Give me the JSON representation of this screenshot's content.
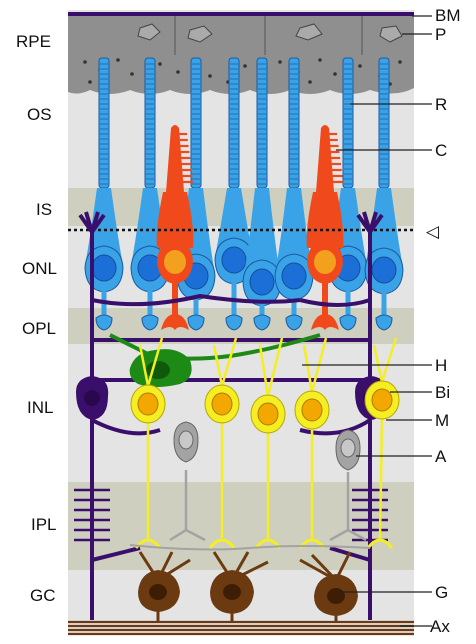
{
  "layer_labels": {
    "rpe": "RPE",
    "os": "OS",
    "is": "IS",
    "onl": "ONL",
    "opl": "OPL",
    "inl": "INL",
    "ipl": "IPL",
    "gc": "GC"
  },
  "cell_labels": {
    "bm": "BM",
    "p": "P",
    "r": "R",
    "c": "C",
    "olm": "◁",
    "h": "H",
    "bi": "Bi",
    "m": "M",
    "a": "A",
    "g": "G",
    "ax": "Ax"
  },
  "colors": {
    "rpe": "#8f8f8f",
    "rod": "#3aa2e6",
    "rod_nucleus": "#1d6fd8",
    "cone": "#f04a1c",
    "cone_nucleus": "#f2a01e",
    "horizontal": "#1e8a16",
    "bipolar": "#f4ee22",
    "bipolar_nucleus": "#f2a800",
    "amacrine": "#a3a3a3",
    "muller": "#3a0f6b",
    "ganglion": "#6b3a10",
    "axon": "#6b3a10",
    "band_dark": "#cfcfbf",
    "band_light": "#e6e6e6"
  }
}
